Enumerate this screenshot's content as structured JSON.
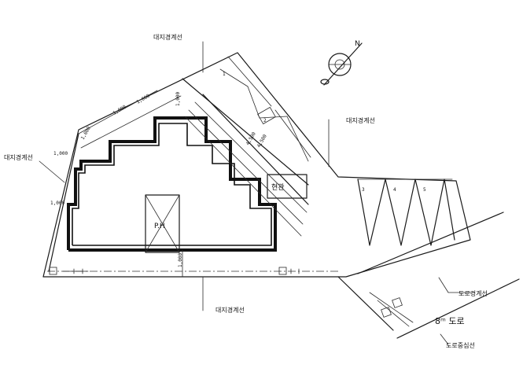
{
  "labels": {
    "boundary_top": "대지경계선",
    "boundary_left": "대지경계선",
    "boundary_right": "대지경계선",
    "boundary_bottom": "대지경계선",
    "road_boundary": "도로경계선",
    "road_name": "8ᵐ 도로",
    "road_center": "도로중심선",
    "building_entrance": "현관",
    "parking": "P.H",
    "north_mark": "N"
  },
  "dimensions": {
    "diag_1": "1,000",
    "diag_2": "1,000",
    "diag_3": "1,000",
    "top_offset": "1,000",
    "left_a": "1,000",
    "left_b": "1,000",
    "right_a": "4,500",
    "right_b": "4,500",
    "bottom": "1,000"
  },
  "parking_numbers": [
    "1",
    "2",
    "3",
    "4",
    "5"
  ]
}
